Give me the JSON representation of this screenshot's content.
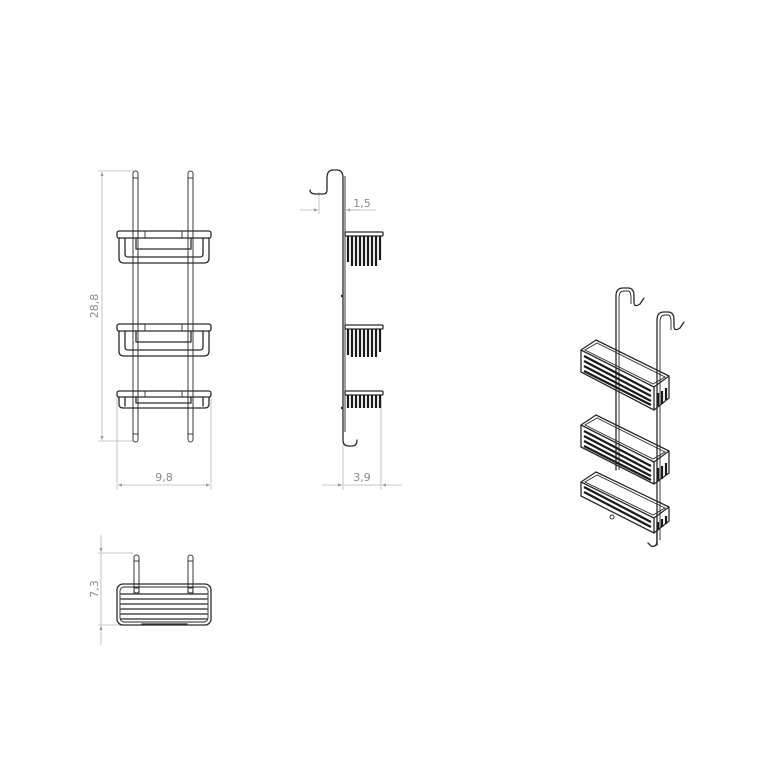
{
  "drawing": {
    "title": "Three-tier hanging shower caddy technical drawing",
    "units": "cm",
    "colors": {
      "background": "#ffffff",
      "part_line": "#2a2a2a",
      "dimension_line": "#b5b5b5",
      "dimension_text": "#8a8a8a"
    }
  },
  "views": {
    "front": {
      "label": "front-view",
      "dimensions": {
        "height": "28,8",
        "width": "9,8"
      },
      "basket_count": 3
    },
    "side": {
      "label": "side-view",
      "dimensions": {
        "hook_offset": "1,5",
        "depth": "3,9"
      }
    },
    "top": {
      "label": "top-view",
      "dimensions": {
        "depth": "7,3"
      }
    },
    "isometric": {
      "label": "isometric-view"
    }
  }
}
